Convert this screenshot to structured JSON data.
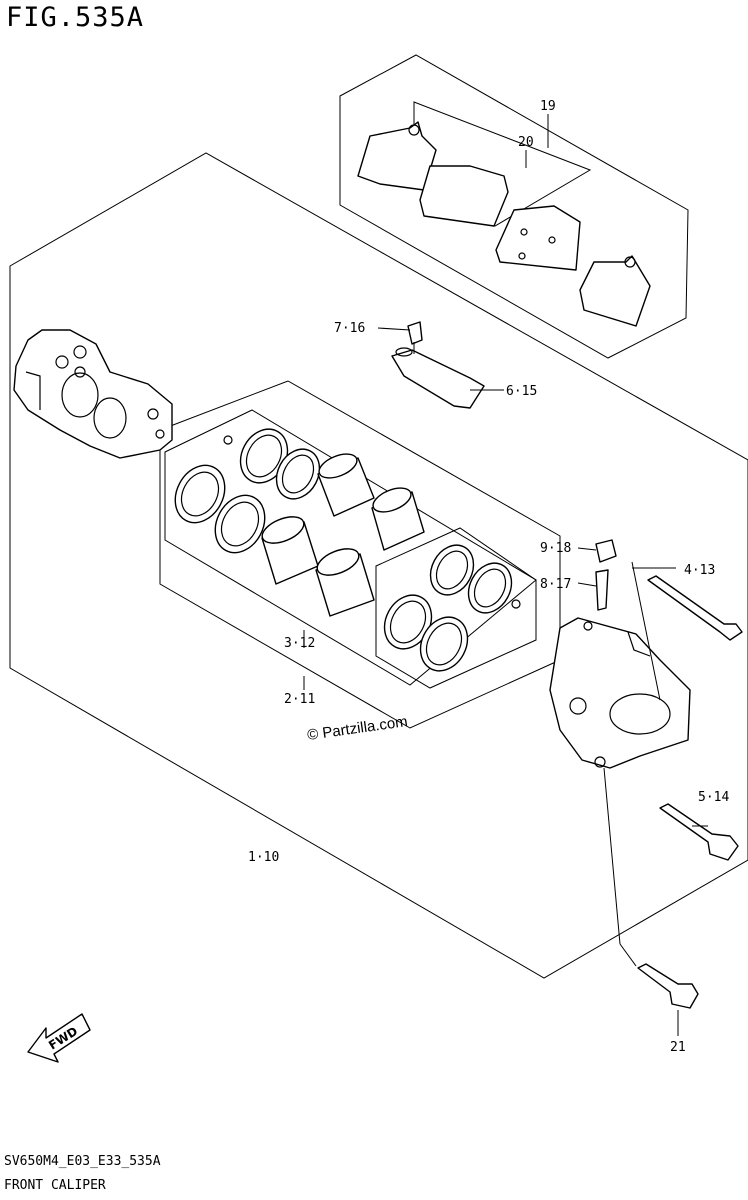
{
  "figure": {
    "title": "FIG.535A"
  },
  "footer": {
    "code": "SV650M4_E03_E33_535A",
    "name": "FRONT CALIPER"
  },
  "watermark": "© Partzilla.com",
  "callouts": {
    "c19": "19",
    "c20": "20",
    "c7": "7·16",
    "c6": "6·15",
    "c9": "9·18",
    "c8": "8·17",
    "c4": "4·13",
    "c3": "3·12",
    "c2": "2·11",
    "c5": "5·14",
    "c1": "1·10",
    "c21": "21"
  },
  "fwd_arrow": {
    "label": "FWD"
  }
}
